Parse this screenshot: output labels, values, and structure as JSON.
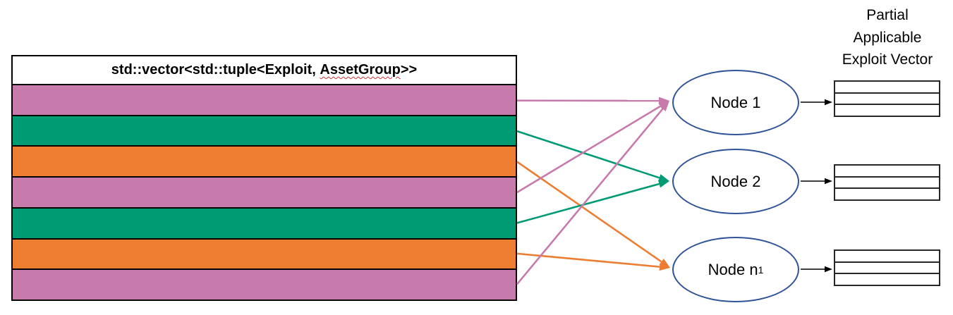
{
  "diagram": {
    "vector_table": {
      "header_prefix": "std::vector<std::tuple<Exploit, ",
      "header_misspelled": "AssetGroup",
      "header_suffix": ">>",
      "rows": [
        "pink",
        "green",
        "orange",
        "pink",
        "green",
        "orange",
        "pink"
      ]
    },
    "colors": {
      "pink": "#C77BAC",
      "green": "#009B72",
      "orange": "#ED7D31",
      "node_border": "#2F5496",
      "connector": "#000000",
      "table_border": "#000000",
      "squiggle": "#d13438"
    },
    "nodes": [
      {
        "label": "Node 1",
        "subscript": ""
      },
      {
        "label": "Node 2",
        "subscript": ""
      },
      {
        "label": "Node n",
        "subscript": "1"
      }
    ],
    "connections": [
      {
        "from_row": 0,
        "to_node": 0,
        "color": "pink"
      },
      {
        "from_row": 1,
        "to_node": 1,
        "color": "green"
      },
      {
        "from_row": 2,
        "to_node": 2,
        "color": "orange"
      },
      {
        "from_row": 3,
        "to_node": 0,
        "color": "pink"
      },
      {
        "from_row": 4,
        "to_node": 1,
        "color": "green"
      },
      {
        "from_row": 5,
        "to_node": 2,
        "color": "orange"
      },
      {
        "from_row": 6,
        "to_node": 0,
        "color": "pink"
      }
    ],
    "output_title_lines": [
      "Partial",
      "Applicable",
      "Exploit Vector"
    ],
    "output_tables": {
      "count": 3,
      "rows_per_table": 3
    }
  }
}
